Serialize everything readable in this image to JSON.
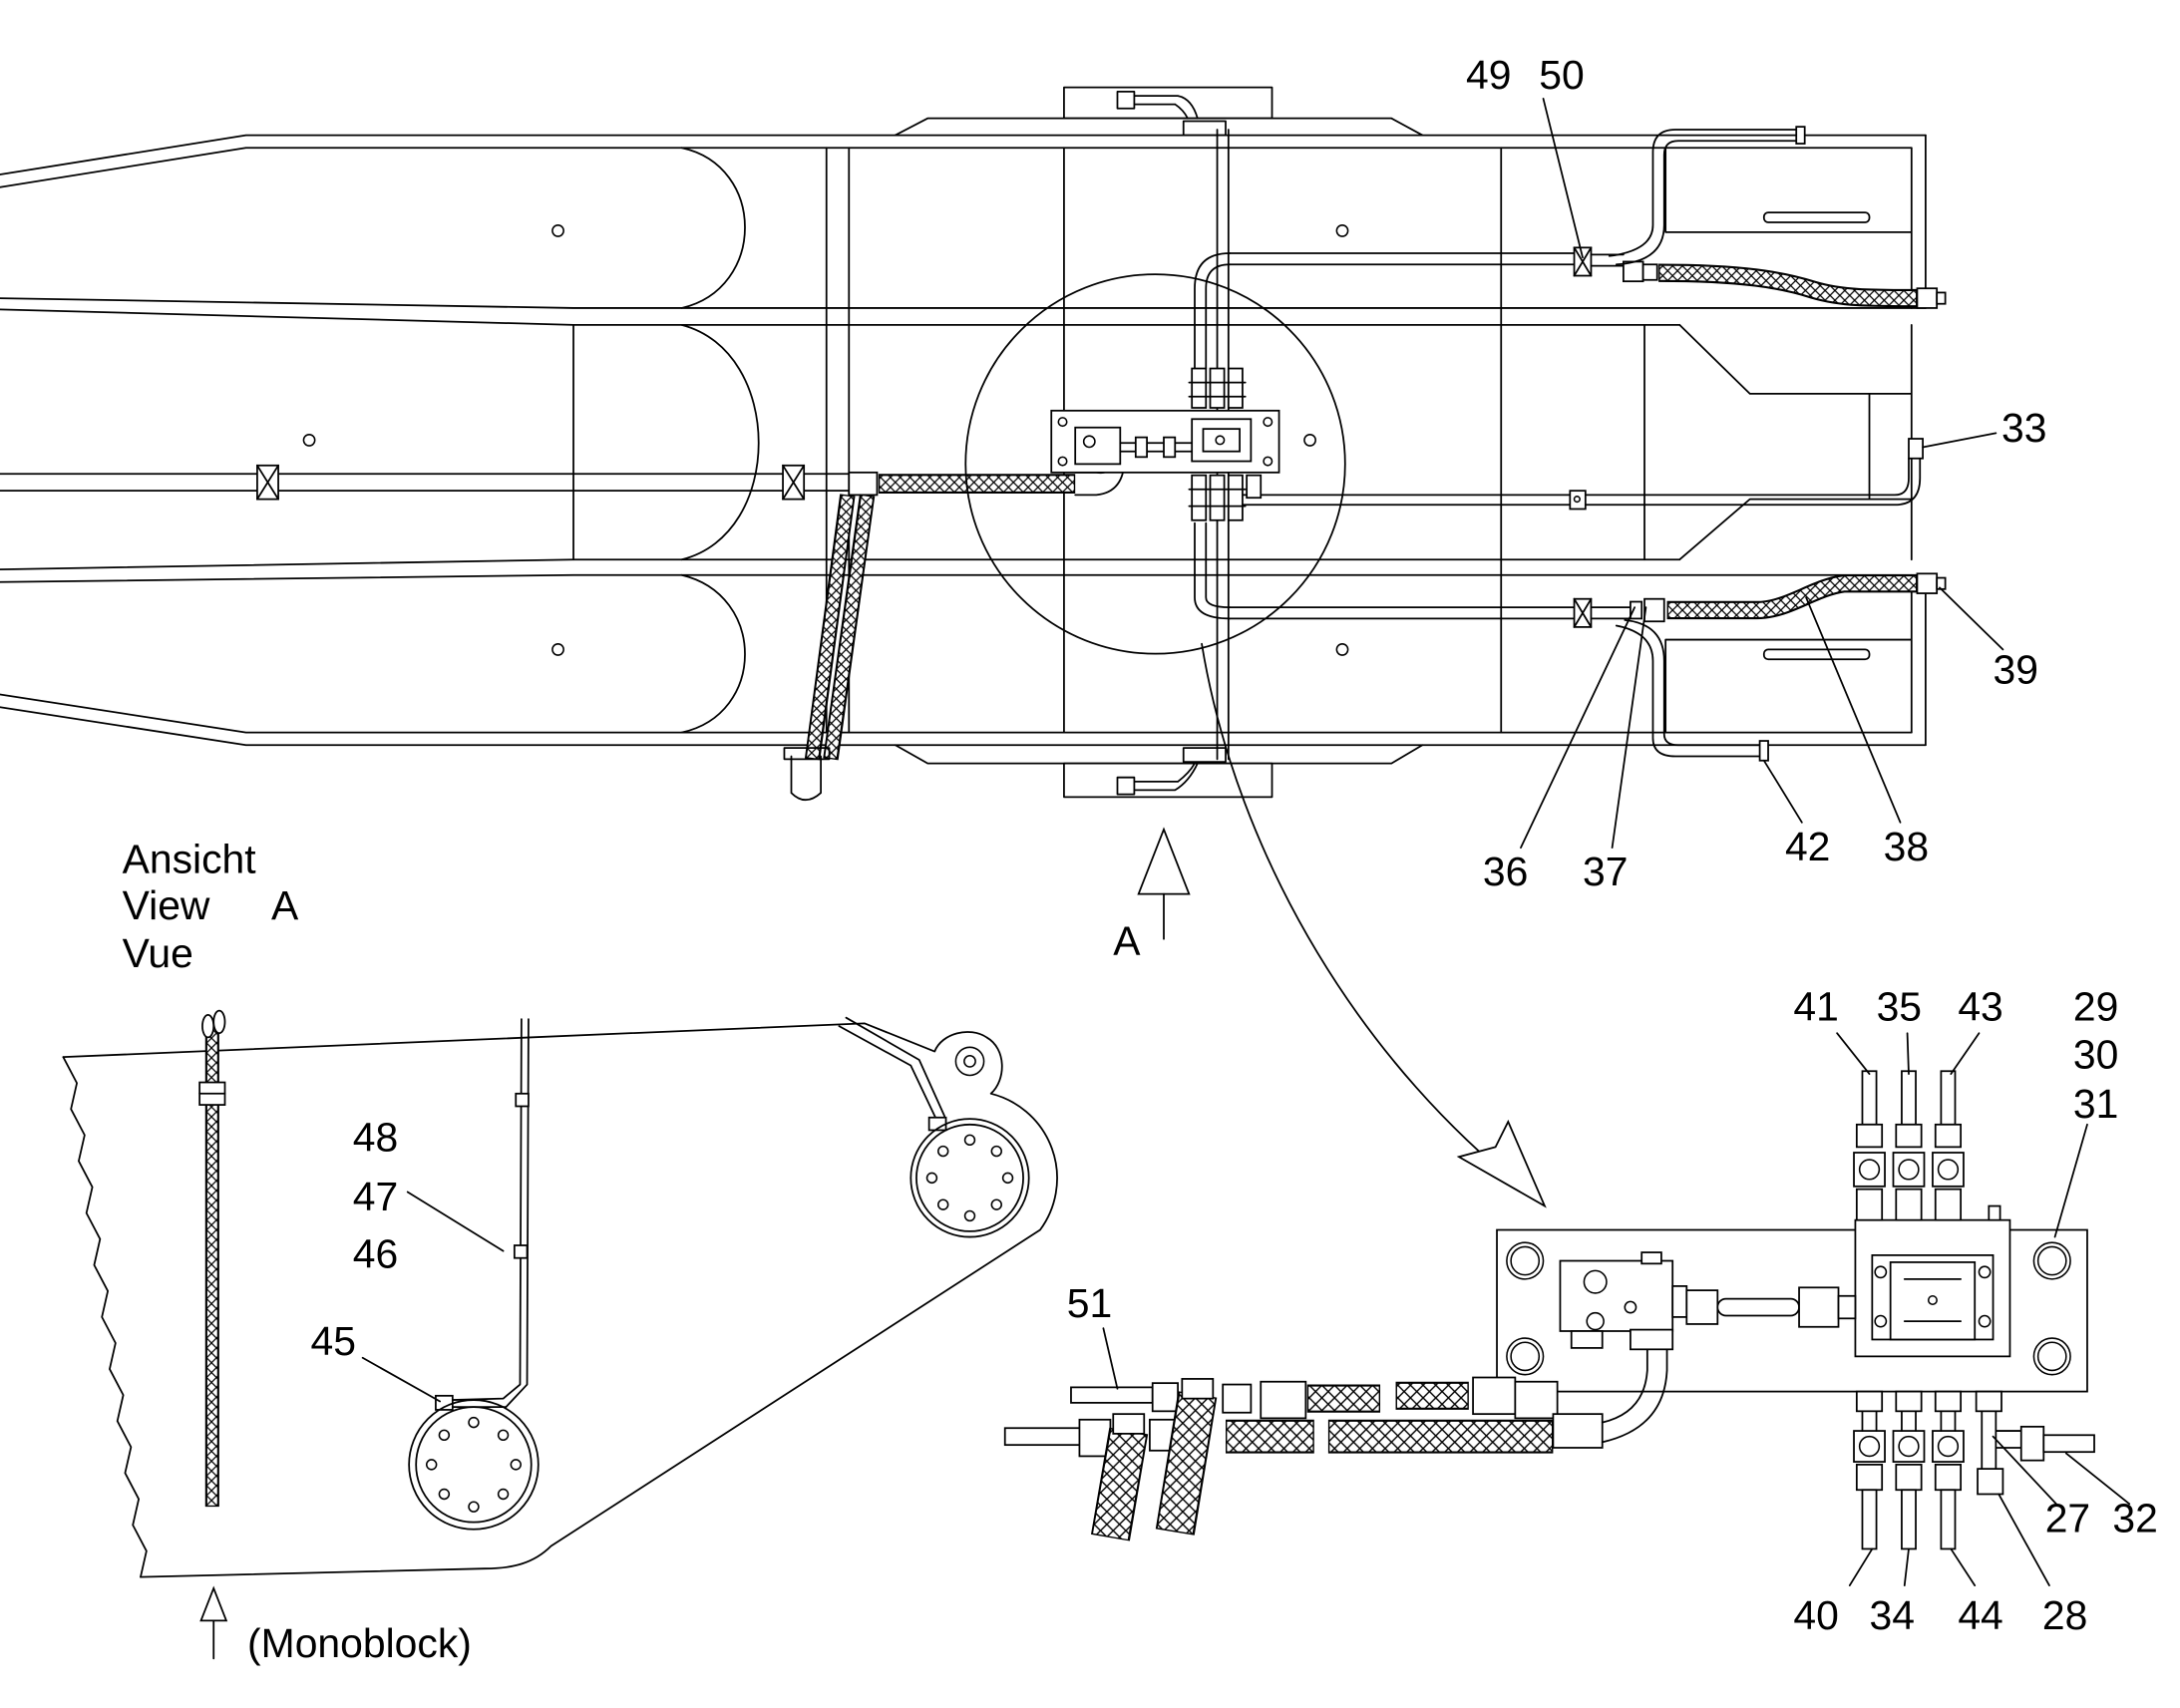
{
  "drawing": {
    "view_caption": {
      "line1": "Ansicht",
      "line2": "View",
      "line2_letter": "A",
      "line3": "Vue"
    },
    "view_arrow_letter": "A",
    "monoblock_note": "(Monoblock)",
    "callouts": {
      "boom_top": [
        "49",
        "50",
        "33",
        "39",
        "36",
        "37",
        "42",
        "38"
      ],
      "side_view": [
        "48",
        "47",
        "46",
        "45"
      ],
      "detail": [
        "41",
        "35",
        "43",
        "29",
        "30",
        "31",
        "51",
        "27",
        "32",
        "40",
        "34",
        "44",
        "28"
      ]
    },
    "colors": {
      "ink": "#000000",
      "paper": "#ffffff"
    }
  }
}
